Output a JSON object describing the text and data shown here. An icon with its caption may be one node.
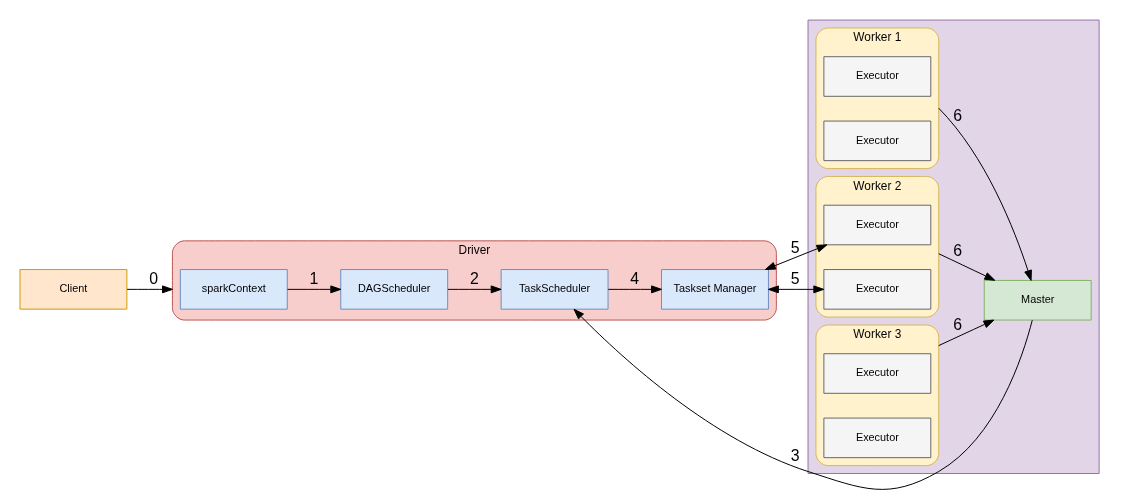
{
  "diagram": {
    "nodes": [
      {
        "text": [
          "Client"
        ]
      },
      {
        "text": [
          "Driver"
        ]
      },
      {
        "text": [
          "sparkContext"
        ],
        "in": 1
      },
      {
        "text": [
          "TaskScheduler"
        ],
        "in": 1
      },
      {
        "text": [
          "DAGScheduler"
        ],
        "in": 1
      },
      {
        "text": [
          "Taskset Manager"
        ],
        "in": 1
      },
      {
        "text": [],
        "shape": "box"
      },
      {
        "text": [
          "Master"
        ],
        "in": 6
      },
      {
        "text": [
          "Worker 1"
        ],
        "in": 6
      },
      {
        "text": [
          "Executor"
        ],
        "in": 8
      },
      {
        "text": [
          "Executor"
        ],
        "in": 8
      },
      {
        "text": [
          "Worker 2"
        ],
        "in": 6
      },
      {
        "text": [
          "Executor"
        ],
        "in": 11
      },
      {
        "text": [
          "Executor"
        ],
        "in": 11
      },
      {
        "text": [
          "Worker 3"
        ],
        "in": 6
      },
      {
        "text": [
          "Executor"
        ],
        "in": 14
      },
      {
        "text": [
          "Executor"
        ],
        "in": 14
      }
    ],
    "edges": [
      {
        "from": 0,
        "to": 1,
        "arrow": "to",
        "label": "0"
      },
      {
        "from": 2,
        "to": 4,
        "arrow": "to",
        "label": "1"
      },
      {
        "from": 4,
        "to": 3,
        "arrow": "to",
        "label": "2"
      },
      {
        "from": 7,
        "to": 3,
        "arrow": "to",
        "label": "3"
      },
      {
        "from": 3,
        "to": 5,
        "arrow": "to",
        "label": "4"
      },
      {
        "from": 5,
        "to": 12,
        "arrow": "both",
        "label": "5"
      },
      {
        "from": 5,
        "to": 13,
        "arrow": "both",
        "label": "5"
      },
      {
        "from": 8,
        "to": 7,
        "arrow": "to",
        "label": "6"
      },
      {
        "from": 11,
        "to": 7,
        "arrow": "to",
        "label": "6"
      },
      {
        "from": 14,
        "to": 7,
        "arrow": "to",
        "label": "6"
      }
    ]
  }
}
